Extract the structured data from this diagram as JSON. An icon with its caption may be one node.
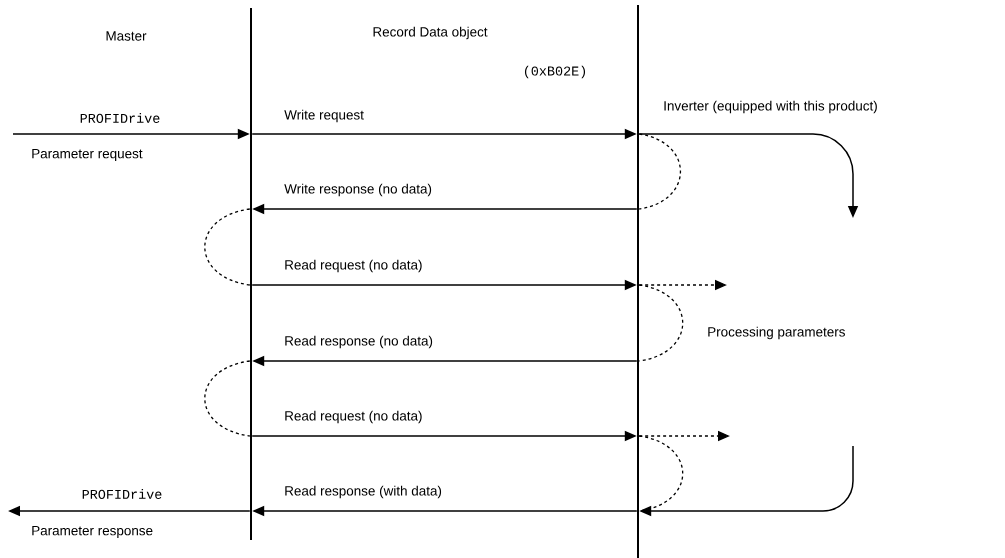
{
  "diagram": {
    "nodes": [
      {
        "text": [],
        "shape": "bar"
      },
      {
        "text": [],
        "shape": "bar"
      }
    ],
    "edges": [
      {
        "from": null,
        "to": 0,
        "arrow": "to",
        "label": "PROFIDrive"
      },
      {
        "from": 0,
        "to": 1,
        "arrow": "to",
        "label": "Write request"
      },
      {
        "from": 1,
        "to": 1,
        "arrow": "none",
        "style": "dashed"
      },
      {
        "from": 1,
        "to": 0,
        "arrow": "to",
        "label": "Write response (no data)"
      },
      {
        "from": 0,
        "to": 0,
        "arrow": "none",
        "style": "dashed"
      },
      {
        "from": 0,
        "to": 1,
        "arrow": "to",
        "label": "Read request (no data)"
      },
      {
        "from": 1,
        "to": null,
        "arrow": "to",
        "style": "dashed"
      },
      {
        "from": 1,
        "to": 1,
        "arrow": "none",
        "style": "dashed"
      },
      {
        "from": 1,
        "to": 0,
        "arrow": "to",
        "label": "Read response (no data)"
      },
      {
        "from": 0,
        "to": 0,
        "arrow": "none",
        "style": "dashed"
      },
      {
        "from": 0,
        "to": 1,
        "arrow": "to",
        "label": "Read request (no data)"
      },
      {
        "from": 1,
        "to": null,
        "arrow": "to",
        "style": "dashed"
      },
      {
        "from": 1,
        "to": 1,
        "arrow": "none",
        "style": "dashed"
      },
      {
        "from": 1,
        "to": 0,
        "arrow": "to",
        "label": "Read response (with data)"
      },
      {
        "from": 0,
        "to": null,
        "arrow": "to",
        "label": "PROFIDrive"
      },
      {
        "from": 1,
        "to": null,
        "arrow": "to"
      },
      {
        "from": null,
        "to": 1,
        "arrow": "to"
      }
    ],
    "labels": [
      "Master",
      "Record Data object",
      "(0xB02E)",
      "Inverter (equipped with this product)",
      "Parameter request",
      "Processing parameters",
      "Parameter response"
    ]
  }
}
